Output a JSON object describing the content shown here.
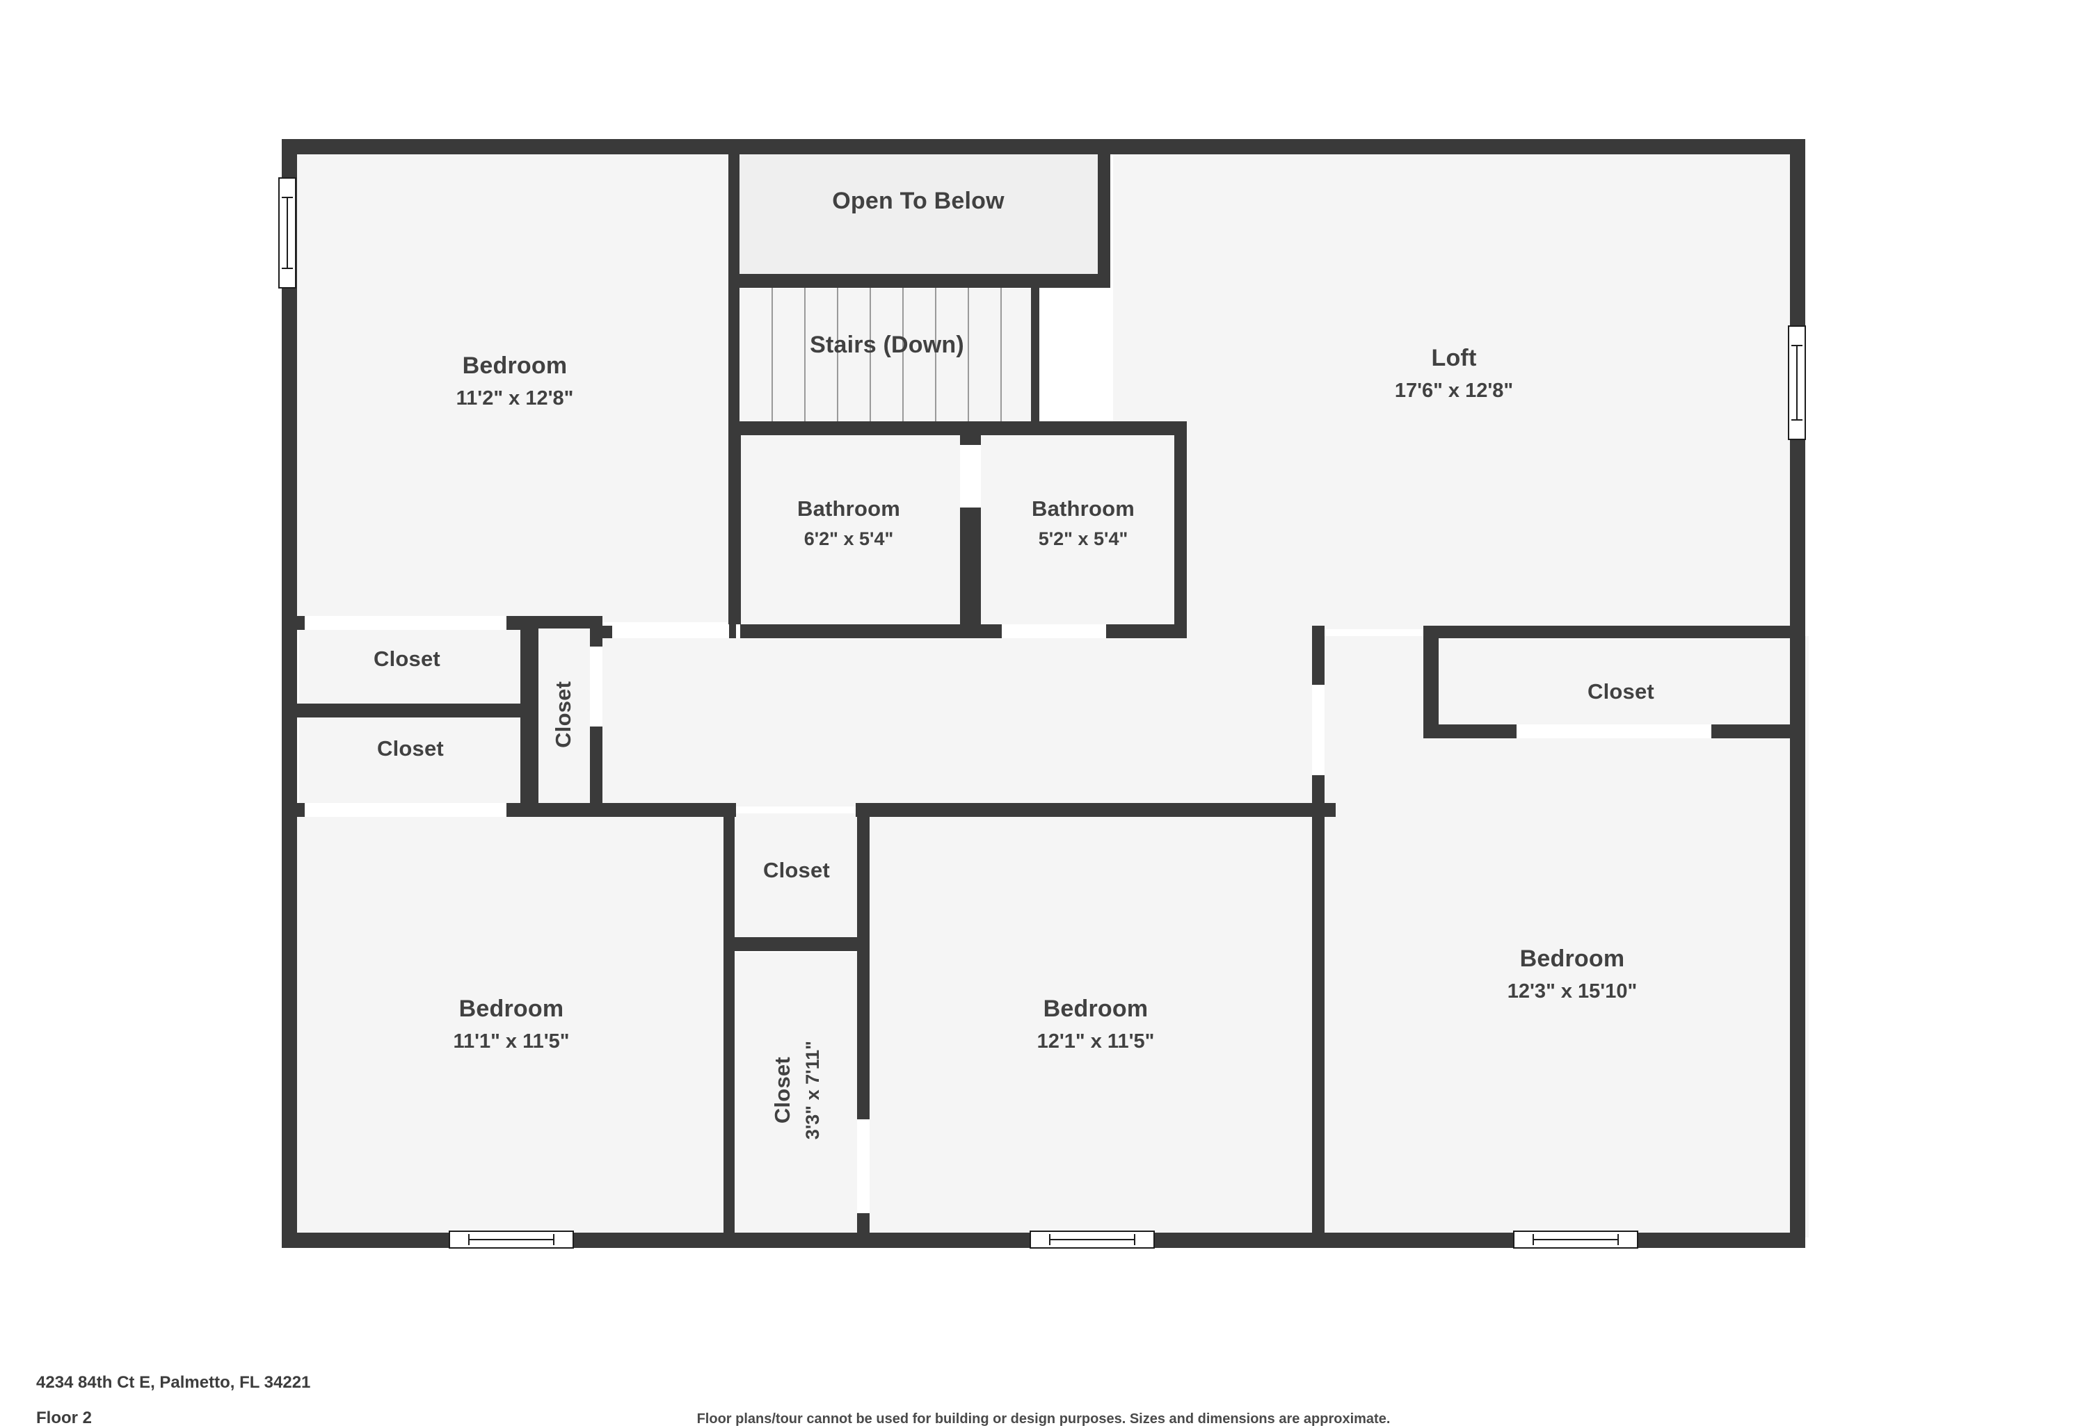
{
  "footer": {
    "address": "4234 84th Ct E, Palmetto, FL 34221",
    "floor": "Floor 2",
    "disclaimer": "Floor plans/tour cannot be used for building or design purposes. Sizes and dimensions are approximate."
  },
  "colors": {
    "wall": "#3a3a3a",
    "room_fill": "#f5f5f5",
    "void_fill": "#efefef",
    "text": "#414141",
    "opening": "#ffffff",
    "tread": "#9a9a9a"
  },
  "plan": {
    "title": "Floor 2",
    "rooms": [
      {
        "id": "bedroom_nw",
        "name": "Bedroom",
        "dims": "11'2\" x 12'8\""
      },
      {
        "id": "open_below",
        "name": "Open To Below",
        "dims": ""
      },
      {
        "id": "stairs",
        "name": "Stairs (Down)",
        "dims": ""
      },
      {
        "id": "loft",
        "name": "Loft",
        "dims": "17'6\" x 12'8\""
      },
      {
        "id": "bathroom_1",
        "name": "Bathroom",
        "dims": "6'2\" x 5'4\""
      },
      {
        "id": "bathroom_2",
        "name": "Bathroom",
        "dims": "5'2\" x 5'4\""
      },
      {
        "id": "closet_nw_1",
        "name": "Closet",
        "dims": ""
      },
      {
        "id": "closet_nw_2",
        "name": "Closet",
        "dims": ""
      },
      {
        "id": "closet_mid_v",
        "name": "Closet",
        "dims": ""
      },
      {
        "id": "closet_ne",
        "name": "Closet",
        "dims": ""
      },
      {
        "id": "closet_c",
        "name": "Closet",
        "dims": ""
      },
      {
        "id": "closet_c_v",
        "name": "Closet",
        "dims": "3'3\" x 7'11\""
      },
      {
        "id": "bedroom_sw",
        "name": "Bedroom",
        "dims": "11'1\" x 11'5\""
      },
      {
        "id": "bedroom_sc",
        "name": "Bedroom",
        "dims": "12'1\" x 11'5\""
      },
      {
        "id": "bedroom_se",
        "name": "Bedroom",
        "dims": "12'3\" x 15'10\""
      }
    ],
    "stair_treads": 8
  }
}
